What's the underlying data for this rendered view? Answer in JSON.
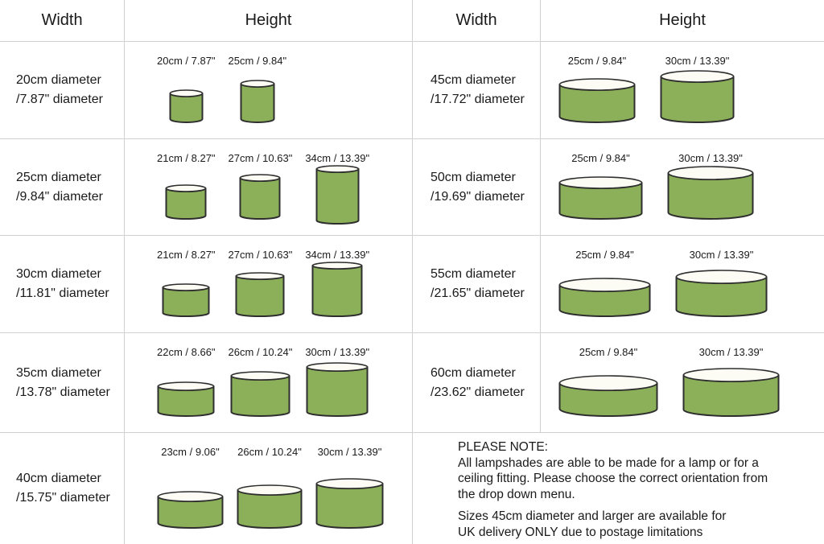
{
  "colors": {
    "shade_fill": "#8cb05a",
    "shade_stroke": "#2e2e2e",
    "rim_fill": "#fcfcf5",
    "grid_line": "#d0d0d0",
    "text": "#1a1a1a"
  },
  "tables": [
    {
      "headers": {
        "width": "Width",
        "height": "Height"
      },
      "rows": [
        {
          "width_lines": [
            "20cm diameter",
            "/7.87\" diameter"
          ],
          "shades": [
            {
              "label": "20cm / 7.87\"",
              "w": 43,
              "h": 44
            },
            {
              "label": "25cm / 9.84\"",
              "w": 44,
              "h": 56
            }
          ]
        },
        {
          "width_lines": [
            "25cm diameter",
            "/9.84\" diameter"
          ],
          "shades": [
            {
              "label": "21cm / 8.27\"",
              "w": 52,
              "h": 46
            },
            {
              "label": "27cm / 10.63\"",
              "w": 52,
              "h": 59
            },
            {
              "label": "34cm / 13.39\"",
              "w": 55,
              "h": 76
            }
          ]
        },
        {
          "width_lines": [
            "30cm diameter",
            "/11.81\" diameter"
          ],
          "shades": [
            {
              "label": "21cm / 8.27\"",
              "w": 60,
              "h": 44
            },
            {
              "label": "27cm / 10.63\"",
              "w": 62,
              "h": 58
            },
            {
              "label": "34cm / 13.39\"",
              "w": 64,
              "h": 71
            }
          ]
        },
        {
          "width_lines": [
            "35cm diameter",
            "/13.78\" diameter"
          ],
          "shades": [
            {
              "label": "22cm / 8.66\"",
              "w": 72,
              "h": 46
            },
            {
              "label": "26cm / 10.24\"",
              "w": 75,
              "h": 59
            },
            {
              "label": "30cm / 13.39\"",
              "w": 78,
              "h": 70
            }
          ]
        },
        {
          "width_lines": [
            "40cm diameter",
            "/15.75\" diameter"
          ],
          "shades": [
            {
              "label": "23cm / 9.06\"",
              "w": 83,
              "h": 49
            },
            {
              "label": "26cm / 10.24\"",
              "w": 82,
              "h": 57
            },
            {
              "label": "30cm / 13.39\"",
              "w": 85,
              "h": 65
            }
          ]
        }
      ]
    },
    {
      "headers": {
        "width": "Width",
        "height": "Height"
      },
      "rows": [
        {
          "width_lines": [
            "45cm diameter",
            "/17.72\" diameter"
          ],
          "shades": [
            {
              "label": "25cm / 9.84\"",
              "w": 96,
              "h": 58
            },
            {
              "label": "30cm / 13.39\"",
              "w": 93,
              "h": 68
            }
          ]
        },
        {
          "width_lines": [
            "50cm diameter",
            "/19.69\" diameter"
          ],
          "shades": [
            {
              "label": "25cm / 9.84\"",
              "w": 105,
              "h": 56
            },
            {
              "label": "30cm / 13.39\"",
              "w": 108,
              "h": 69
            }
          ]
        },
        {
          "width_lines": [
            "55cm diameter",
            "/21.65\" diameter"
          ],
          "shades": [
            {
              "label": "25cm / 9.84\"",
              "w": 115,
              "h": 51
            },
            {
              "label": "30cm / 13.39\"",
              "w": 115,
              "h": 61
            }
          ]
        },
        {
          "width_lines": [
            "60cm diameter",
            "/23.62\" diameter"
          ],
          "shades": [
            {
              "label": "25cm / 9.84\"",
              "w": 124,
              "h": 54
            },
            {
              "label": "30cm / 13.39\"",
              "w": 121,
              "h": 63
            }
          ]
        },
        {
          "note": {
            "title": "PLEASE NOTE:",
            "paragraph1_lines": [
              "All lampshades are able to be made for a lamp or for a",
              "ceiling fitting. Please choose the correct orientation from",
              "the drop down menu."
            ],
            "paragraph2_lines": [
              "Sizes 45cm diameter and larger are available for",
              "UK delivery ONLY due to postage limitations"
            ]
          }
        }
      ]
    }
  ]
}
